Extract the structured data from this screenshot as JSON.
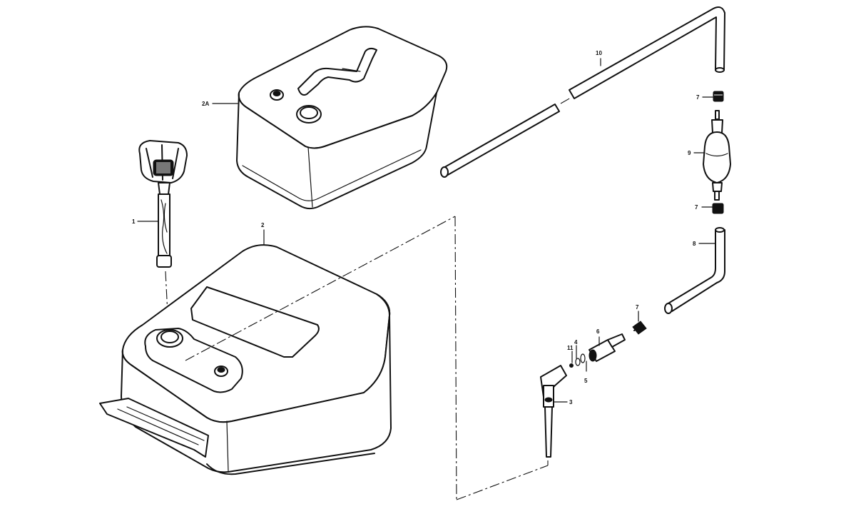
{
  "callouts": [
    {
      "id": "1",
      "label": "1"
    },
    {
      "id": "2",
      "label": "2"
    },
    {
      "id": "2A",
      "label": "2A"
    },
    {
      "id": "3",
      "label": "3"
    },
    {
      "id": "4",
      "label": "4"
    },
    {
      "id": "5",
      "label": "5"
    },
    {
      "id": "6",
      "label": "6"
    },
    {
      "id": "7a",
      "label": "7"
    },
    {
      "id": "7b",
      "label": "7"
    },
    {
      "id": "7c",
      "label": "7"
    },
    {
      "id": "8",
      "label": "8"
    },
    {
      "id": "9",
      "label": "9"
    },
    {
      "id": "10",
      "label": "10"
    },
    {
      "id": "11",
      "label": "11"
    }
  ]
}
